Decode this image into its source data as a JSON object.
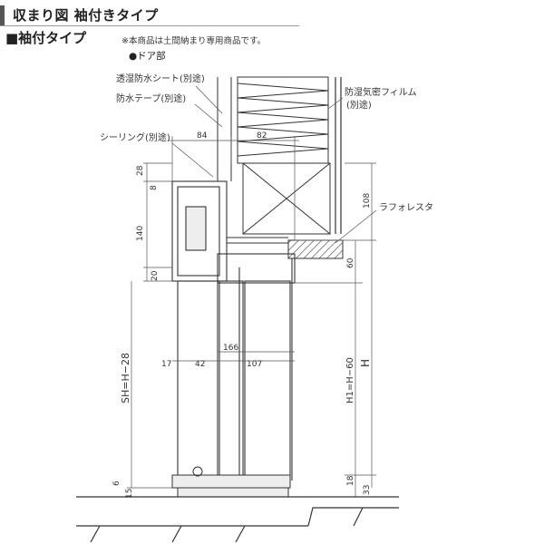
{
  "header": {
    "title": "収まり図 袖付きタイプ",
    "section": "■袖付タイプ",
    "note": "※本商品は土間納まり専用商品です。",
    "subtitle": "●ドア部"
  },
  "labels": {
    "waterproof_sheet": "透湿防水シート(別途)",
    "waterproof_tape": "防水テープ(別途)",
    "sealing": "シーリング(別途)",
    "vapor_film": "防湿気密フィルム",
    "vapor_film_note": "(別途)",
    "lath": "ラフォレスタ"
  },
  "dimensions": {
    "d84": "84",
    "d82": "82",
    "d28": "28",
    "d8": "8",
    "d140": "140",
    "d20": "20",
    "d108": "108",
    "d60": "60",
    "d166": "166",
    "d17": "17",
    "d42": "42",
    "d107": "107",
    "sh": "SH=H−28",
    "h1": "H1=H−60",
    "h": "H",
    "d6": "6",
    "d15": "15",
    "d18": "18",
    "d33": "33"
  }
}
